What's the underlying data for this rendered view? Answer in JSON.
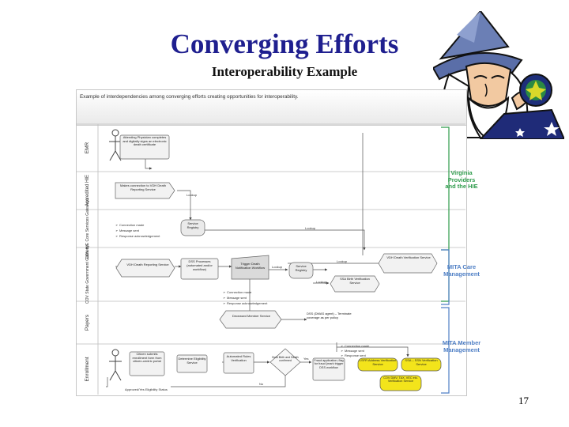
{
  "slide": {
    "title": "Converging Efforts",
    "subtitle": "Interoperability Example",
    "page_number": "17"
  },
  "diagram": {
    "heading": "Example of interdependencies among converging efforts creating opportunities for interoperability.",
    "lanes": [
      {
        "id": "emr",
        "label": "EMR"
      },
      {
        "id": "hie",
        "label": "Accredited HIE"
      },
      {
        "id": "core",
        "label": "COV HIE Core Services Gateways"
      },
      {
        "id": "gov",
        "label": "COV State Government Gateway"
      },
      {
        "id": "payers",
        "label": "Payers"
      },
      {
        "id": "enroll",
        "label": "Enrollment"
      }
    ],
    "boxes": {
      "physician": "Attending Physician completes and digitally signs an electronic death certificate",
      "connection": "Makes connection to VDH Death Reporting Service",
      "registry": "Service Registry",
      "vdh_reporting": "VDH Death Reporting Service",
      "dss_processes": "DSS Processes (automated and/or workflow)",
      "trigger": "Trigger Death Notification Workflow",
      "service_registry_gov": "Service Registry",
      "vdh_verification": "VDH Death Verification Service",
      "ssa_verification": "SSA Birth Verification Service",
      "deceased": "Deceased Member Service",
      "citizen": "Citizen submits enrollment form from citizen-centric portal",
      "eligibility": "Determine Eligibility Service",
      "automated": "Automated Rules Verification",
      "both_verified": "Both Birth and Death confirmed",
      "fraud": "Fraud application; flag for fraud (mark trigger DSS workflow",
      "lsfr": "LSFR Address Verification Service",
      "ssa_ssn": "SSA – SSN Verification Service",
      "dmv": "COV DMV, TAX, VEC etc. Verification Service"
    },
    "notes": {
      "core_bullets": [
        "Connection made",
        "Message sent",
        "Response acknowledgement"
      ],
      "gov_bullets": [
        "Connection made",
        "Message sent",
        "Response acknowledgement"
      ],
      "enroll_bullets": [
        "Connection made",
        "Message sent",
        "Response sent"
      ],
      "dss_note": "DSS (DMAS agent) – Terminate coverage as per policy"
    },
    "edge_labels": {
      "lookup1": "Lookup",
      "lookup2": "Lookup",
      "lookup3": "Lookup",
      "lookup4": "Lookup",
      "lookup5": "Lookup",
      "yes": "Yes",
      "no": "No",
      "approved": "Approved/Yes Eligibility Status"
    }
  },
  "side_labels": {
    "vp_hie": "Virginia Providers and the HIE",
    "mita_care": "MITA Care Management",
    "mita_member": "MITA Member Management"
  },
  "colors": {
    "title": "#1f1f8f",
    "green_bracket": "#2e9b4b",
    "blue_bracket": "#4f7fc5",
    "highlight_yellow": "#f3e41b"
  },
  "icons": [
    "wizard-clipart-icon",
    "stick-figure-icon"
  ]
}
